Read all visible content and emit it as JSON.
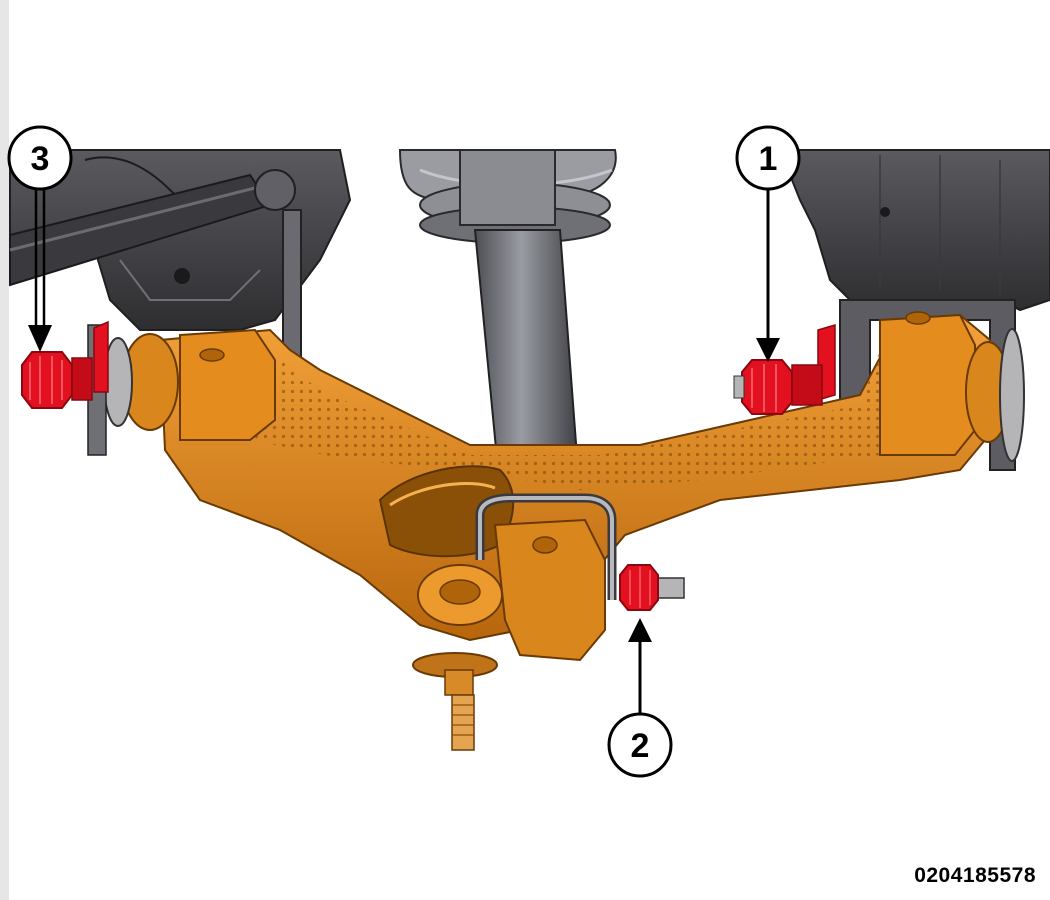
{
  "callouts": {
    "c1": {
      "number": "1",
      "target": "rear-pivot-nut"
    },
    "c2": {
      "number": "2",
      "target": "ball-joint-bolt-nut"
    },
    "c3": {
      "number": "3",
      "target": "front-pivot-nut"
    }
  },
  "figure_id": "0204185578",
  "colors": {
    "control_arm": "#e08a1e",
    "control_arm_shadow": "#9a5609",
    "control_arm_highlight": "#f6b24e",
    "fastener": "#e3101f",
    "fastener_dark": "#8c0610",
    "frame": "#4a4a4e",
    "frame_dark": "#2a2a2d",
    "shock_body": "#6e7076",
    "spring": "#8a8c92",
    "callout_stroke": "#000000"
  }
}
